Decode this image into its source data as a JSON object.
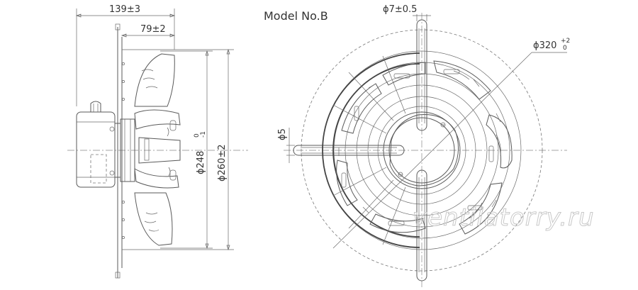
{
  "title": "Model No.B",
  "dimensions": {
    "overall_depth": "139±3",
    "blade_depth": "79±2",
    "blade_diameter": "ϕ248",
    "blade_diameter_tol_upper": "0",
    "blade_diameter_tol_lower": "-1",
    "frame_diameter": "ϕ260±2",
    "slot_width": "ϕ7±0.5",
    "outer_diameter": "ϕ320",
    "outer_diameter_tol_upper": "+2",
    "outer_diameter_tol_lower": "0",
    "hole_diameter": "ϕ5"
  },
  "watermark": "ventilatorry.ru",
  "colors": {
    "line": "#5a5a5a",
    "text": "#333333",
    "watermark": "#c9c9c9"
  }
}
